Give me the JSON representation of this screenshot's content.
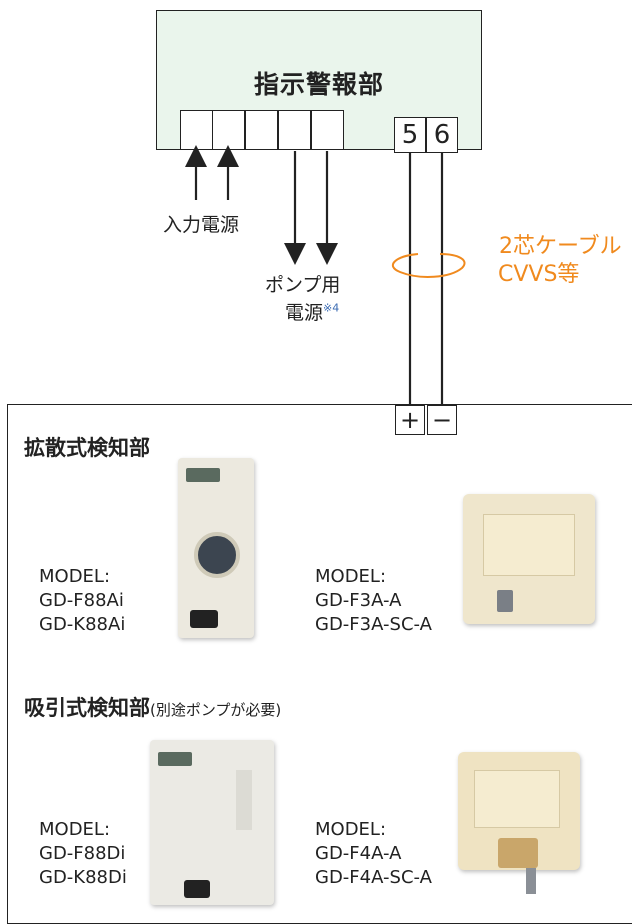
{
  "alarm_unit": {
    "title": "指示警報部"
  },
  "terminals": {
    "t5": "5",
    "t6": "6",
    "plus": "+",
    "minus": "−"
  },
  "labels": {
    "input_power": "入力電源",
    "pump_power_line1": "ポンプ用",
    "pump_power_line2": "電源",
    "pump_power_note": "※4",
    "cable_line1": "2芯ケーブル",
    "cable_line2": "CVVS等"
  },
  "diffusion": {
    "title": "拡散式検知部",
    "left_model": "MODEL:\nGD-F88Ai\nGD-K88Ai",
    "right_model": "MODEL:\nGD-F3A-A\nGD-F3A-SC-A"
  },
  "suction": {
    "title": "吸引式検知部",
    "note": "(別途ポンプが必要)",
    "left_model": "MODEL:\nGD-F88Di\nGD-K88Di",
    "right_model": "MODEL:\nGD-F4A-A\nGD-F4A-SC-A"
  },
  "colors": {
    "unit_bg": "#eaf5ec",
    "accent": "#f08a1e",
    "note": "#3a6ab2"
  }
}
